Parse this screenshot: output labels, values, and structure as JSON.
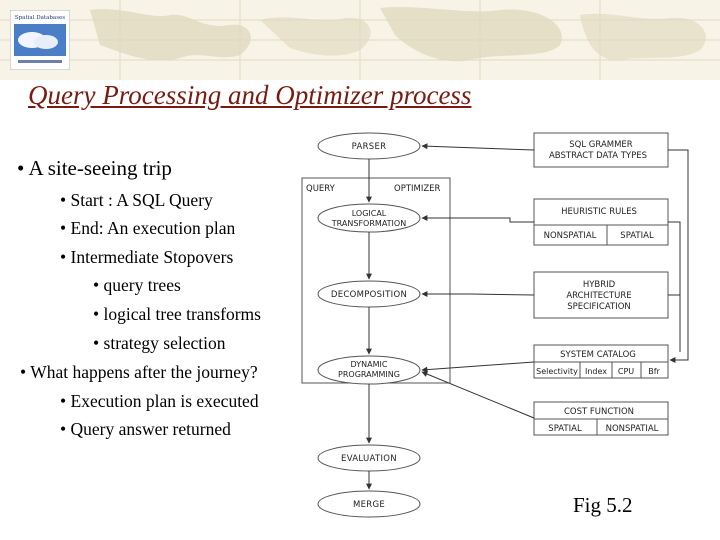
{
  "slide": {
    "title": "Query Processing and Optimizer process",
    "figure_caption": "Fig 5.2",
    "book_cover_title": "Spatial Databases"
  },
  "bullets": [
    {
      "level": 1,
      "text": "A site-seeing trip"
    },
    {
      "level": 2,
      "text": "Start : A SQL Query"
    },
    {
      "level": 2,
      "text": "End: An execution plan"
    },
    {
      "level": 2,
      "text": "Intermediate Stopovers"
    },
    {
      "level": 3,
      "text": "query trees"
    },
    {
      "level": 3,
      "text": "logical tree transforms"
    },
    {
      "level": 3,
      "text": "strategy selection"
    },
    {
      "level": 1,
      "text": "What happens after the journey?"
    },
    {
      "level": 2,
      "text": "Execution plan is executed"
    },
    {
      "level": 2,
      "text": "Query answer returned"
    }
  ],
  "diagram": {
    "query_label": "QUERY",
    "optimizer_label": "OPTIMIZER",
    "ellipses": {
      "parser": "PARSER",
      "logical_1": "LOGICAL",
      "logical_2": "TRANSFORMATION",
      "decomposition": "DECOMPOSITION",
      "dynamic_1": "DYNAMIC",
      "dynamic_2": "PROGRAMMING",
      "evaluation": "EVALUATION",
      "merge": "MERGE"
    },
    "boxes": {
      "sql_grammar_1": "SQL GRAMMER",
      "sql_grammar_2": "ABSTRACT DATA TYPES",
      "heuristic_rules": "HEURISTIC RULES",
      "nonspatial_1": "NONSPATIAL",
      "spatial_1": "SPATIAL",
      "hybrid_1": "HYBRID",
      "hybrid_2": "ARCHITECTURE",
      "hybrid_3": "SPECIFICATION",
      "system_catalog": "SYSTEM CATALOG",
      "selectivity": "Selectivity",
      "index": "Index",
      "cpu": "CPU",
      "bfr": "Bfr",
      "cost_function": "COST FUNCTION",
      "spatial_2": "SPATIAL",
      "nonspatial_2": "NONSPATIAL"
    }
  }
}
